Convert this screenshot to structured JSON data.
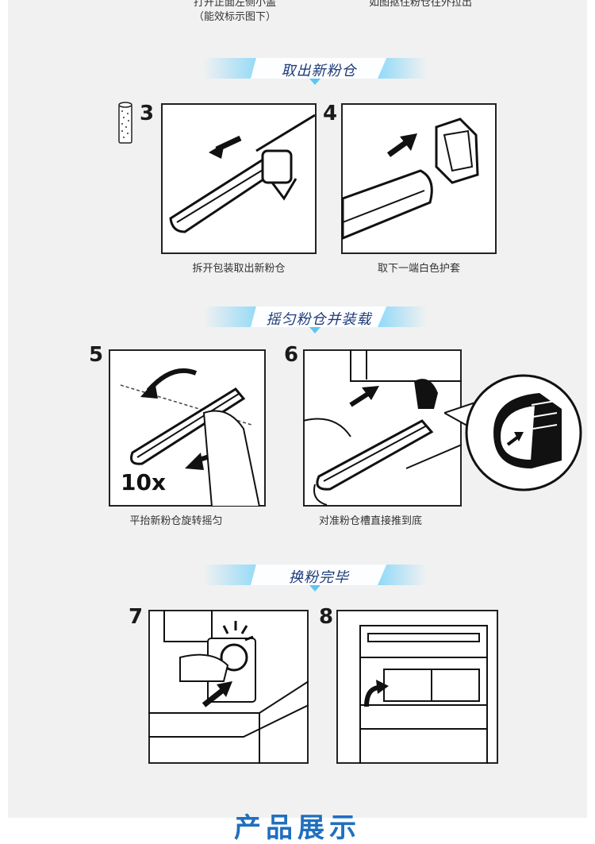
{
  "top_captions": {
    "left_line1": "打开正面左侧小盖",
    "left_line2": "（能效标示图下）",
    "right": "如图抠住粉仓往外拉出"
  },
  "sections": [
    {
      "title": "取出新粉仓"
    },
    {
      "title": "摇匀粉仓并装载"
    },
    {
      "title": "换粉完毕"
    }
  ],
  "steps": [
    {
      "num": "3",
      "caption": "拆开包装取出新粉仓"
    },
    {
      "num": "4",
      "caption": "取下一端白色护套"
    },
    {
      "num": "5",
      "caption": "平抬新粉仓旋转摇匀",
      "overlay": "10x"
    },
    {
      "num": "6",
      "caption": "对准粉仓槽直接推到底"
    },
    {
      "num": "7",
      "caption": ""
    },
    {
      "num": "8",
      "caption": ""
    }
  ],
  "footer": {
    "title": "产品展示"
  }
}
